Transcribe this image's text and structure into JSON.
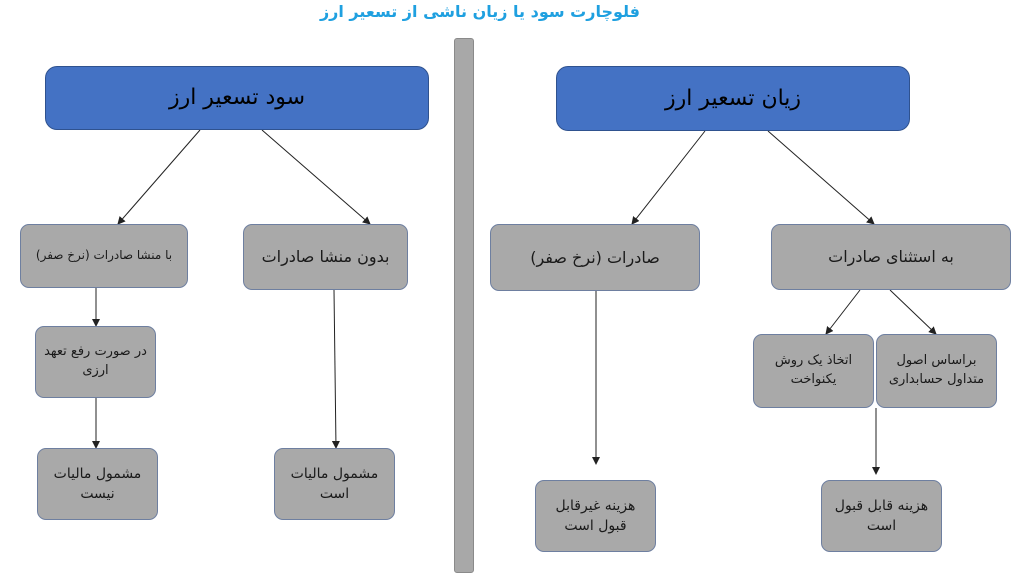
{
  "title": "فلوچارت سود یا زیان ناشی از تسعیر ارز",
  "left": {
    "header": "سود تسعیر ارز",
    "branch_export": "با منشا صادرات (نرخ صفر)",
    "branch_no_export": "بدون منشا صادرات",
    "condition": "در صورت رفع تعهد ارزی",
    "result_exempt": "مشمول مالیات نیست",
    "result_taxable": "مشمول مالیات است"
  },
  "right": {
    "header": "زیان تسعیر ارز",
    "branch_export": "صادرات (نرخ صفر)",
    "branch_except": "به استثنای صادرات",
    "method_consistent": "اتخاذ یک روش یکنواخت",
    "method_accounting": "براساس اصول متداول حسابداری",
    "result_non_deductible": "هزینه غیرقابل قبول است",
    "result_deductible": "هزینه قابل قبول است"
  }
}
